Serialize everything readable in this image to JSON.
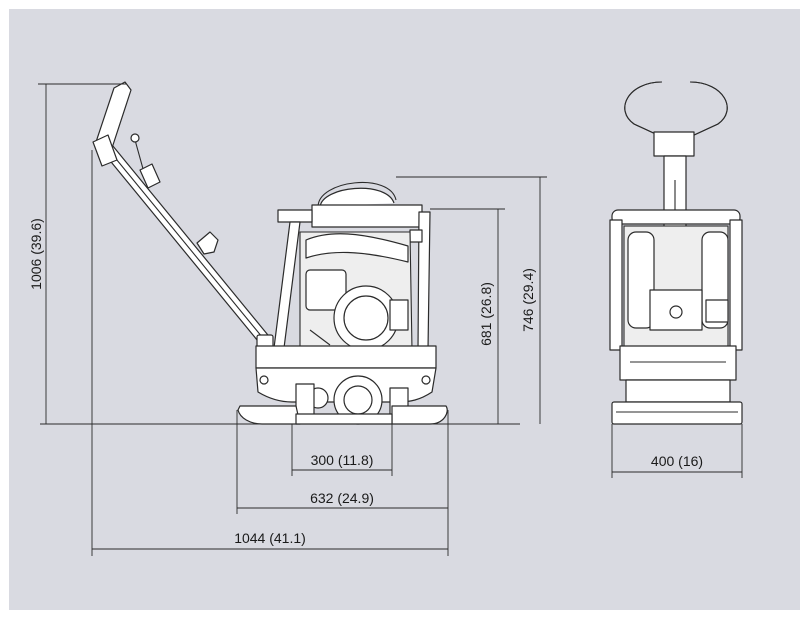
{
  "dimensions": {
    "overall_height": "1006 (39.6)",
    "engine_height": "681 (26.8)",
    "frame_height": "746 (29.4)",
    "center_width": "300 (11.8)",
    "plate_length": "632 (24.9)",
    "overall_length": "1044 (41.1)",
    "plate_width": "400 (16)"
  },
  "colors": {
    "background": "#d9dae1",
    "line": "#2b2b2b",
    "fill": "#ffffff"
  }
}
